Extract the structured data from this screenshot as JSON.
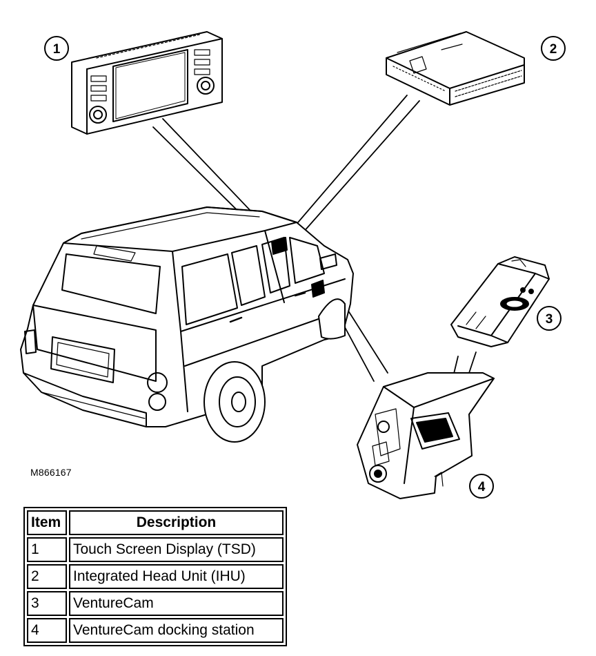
{
  "figure_reference": "M866167",
  "callouts": [
    "1",
    "2",
    "3",
    "4"
  ],
  "legend": {
    "headers": {
      "item": "Item",
      "description": "Description"
    },
    "rows": [
      {
        "item": "1",
        "description": "Touch Screen Display (TSD)"
      },
      {
        "item": "2",
        "description": "Integrated Head Unit (IHU)"
      },
      {
        "item": "3",
        "description": "VentureCam"
      },
      {
        "item": "4",
        "description": "VentureCam docking station"
      }
    ]
  },
  "icons": {
    "touch-screen-display": "touch-screen-display-icon",
    "integrated-head-unit": "integrated-head-unit-icon",
    "venturecam": "venturecam-icon",
    "docking-station": "docking-station-icon",
    "vehicle": "vehicle-icon"
  }
}
